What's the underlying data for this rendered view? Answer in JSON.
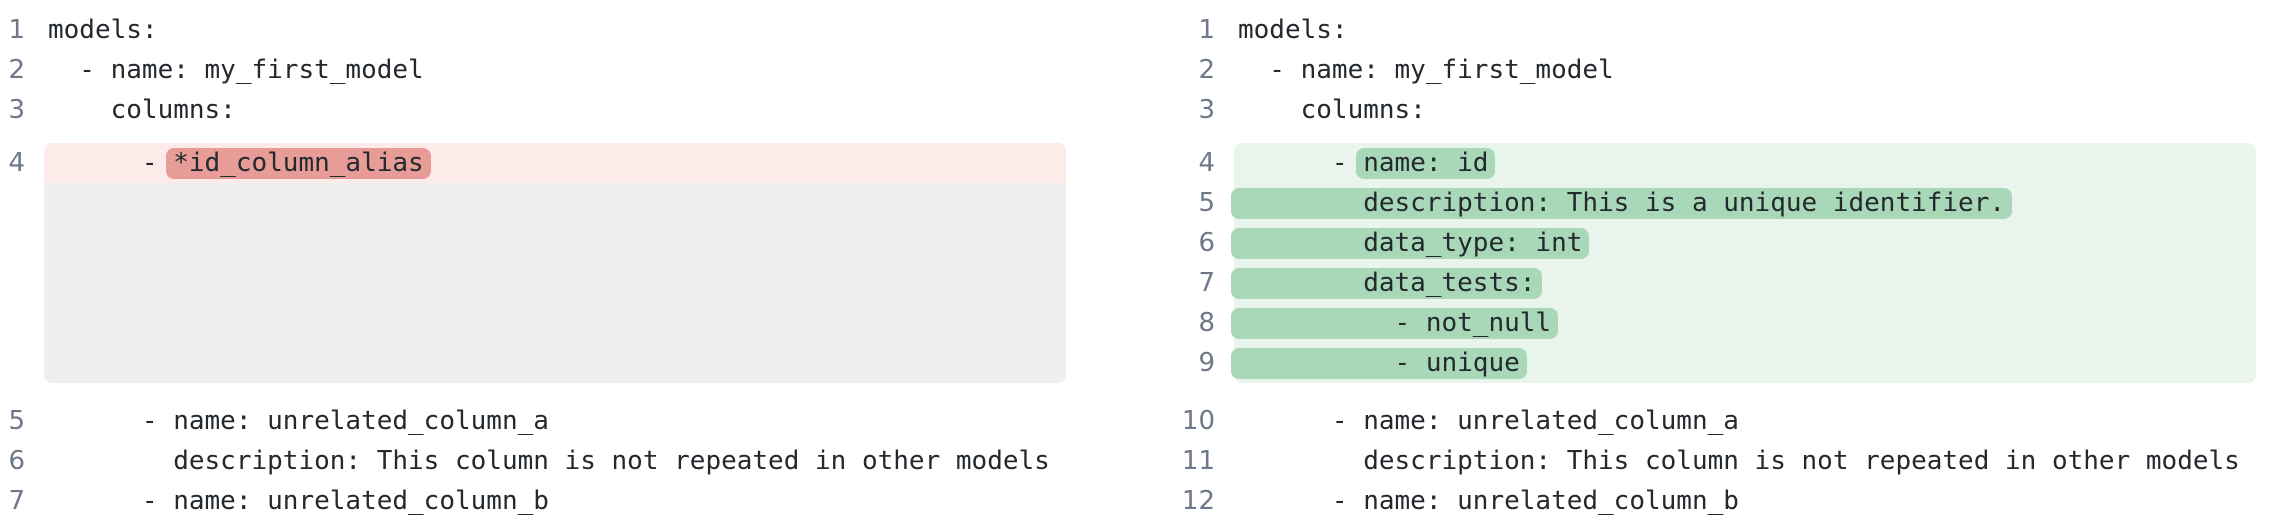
{
  "view": {
    "name": "yaml-split-diff"
  },
  "colors": {
    "page_bg": "#ffffff",
    "code_text": "#24292e",
    "line_number": "#6e7889",
    "removed_line_bg": "#fcebe9",
    "removed_word_bg": "#e79c98",
    "added_line_bg": "#e9f4ec",
    "added_word_bg": "#a8d8b8",
    "filler_bg": "#edeff1"
  },
  "left": {
    "context_before": [
      {
        "num": "1",
        "text": "models:"
      },
      {
        "num": "2",
        "text": "  - name: my_first_model"
      },
      {
        "num": "3",
        "text": "    columns:"
      }
    ],
    "removed_line": {
      "num": "4",
      "prefix": "      - ",
      "highlight": "*id_column_alias"
    },
    "context_after": [
      {
        "num": "5",
        "text": "      - name: unrelated_column_a"
      },
      {
        "num": "6",
        "text": "        description: This column is not repeated in other models"
      },
      {
        "num": "7",
        "text": "      - name: unrelated_column_b"
      }
    ]
  },
  "right": {
    "context_before": [
      {
        "num": "1",
        "text": "models:"
      },
      {
        "num": "2",
        "text": "  - name: my_first_model"
      },
      {
        "num": "3",
        "text": "    columns:"
      }
    ],
    "added_lines": [
      {
        "num": "4",
        "prefix": "      - ",
        "highlight": "name: id"
      },
      {
        "num": "5",
        "prefix": "",
        "highlight": "        description: This is a unique identifier."
      },
      {
        "num": "6",
        "prefix": "",
        "highlight": "        data_type: int"
      },
      {
        "num": "7",
        "prefix": "",
        "highlight": "        data_tests:"
      },
      {
        "num": "8",
        "prefix": "",
        "highlight": "          - not_null"
      },
      {
        "num": "9",
        "prefix": "",
        "highlight": "          - unique"
      }
    ],
    "context_after": [
      {
        "num": "10",
        "text": "      - name: unrelated_column_a"
      },
      {
        "num": "11",
        "text": "        description: This column is not repeated in other models"
      },
      {
        "num": "12",
        "text": "      - name: unrelated_column_b"
      }
    ]
  }
}
